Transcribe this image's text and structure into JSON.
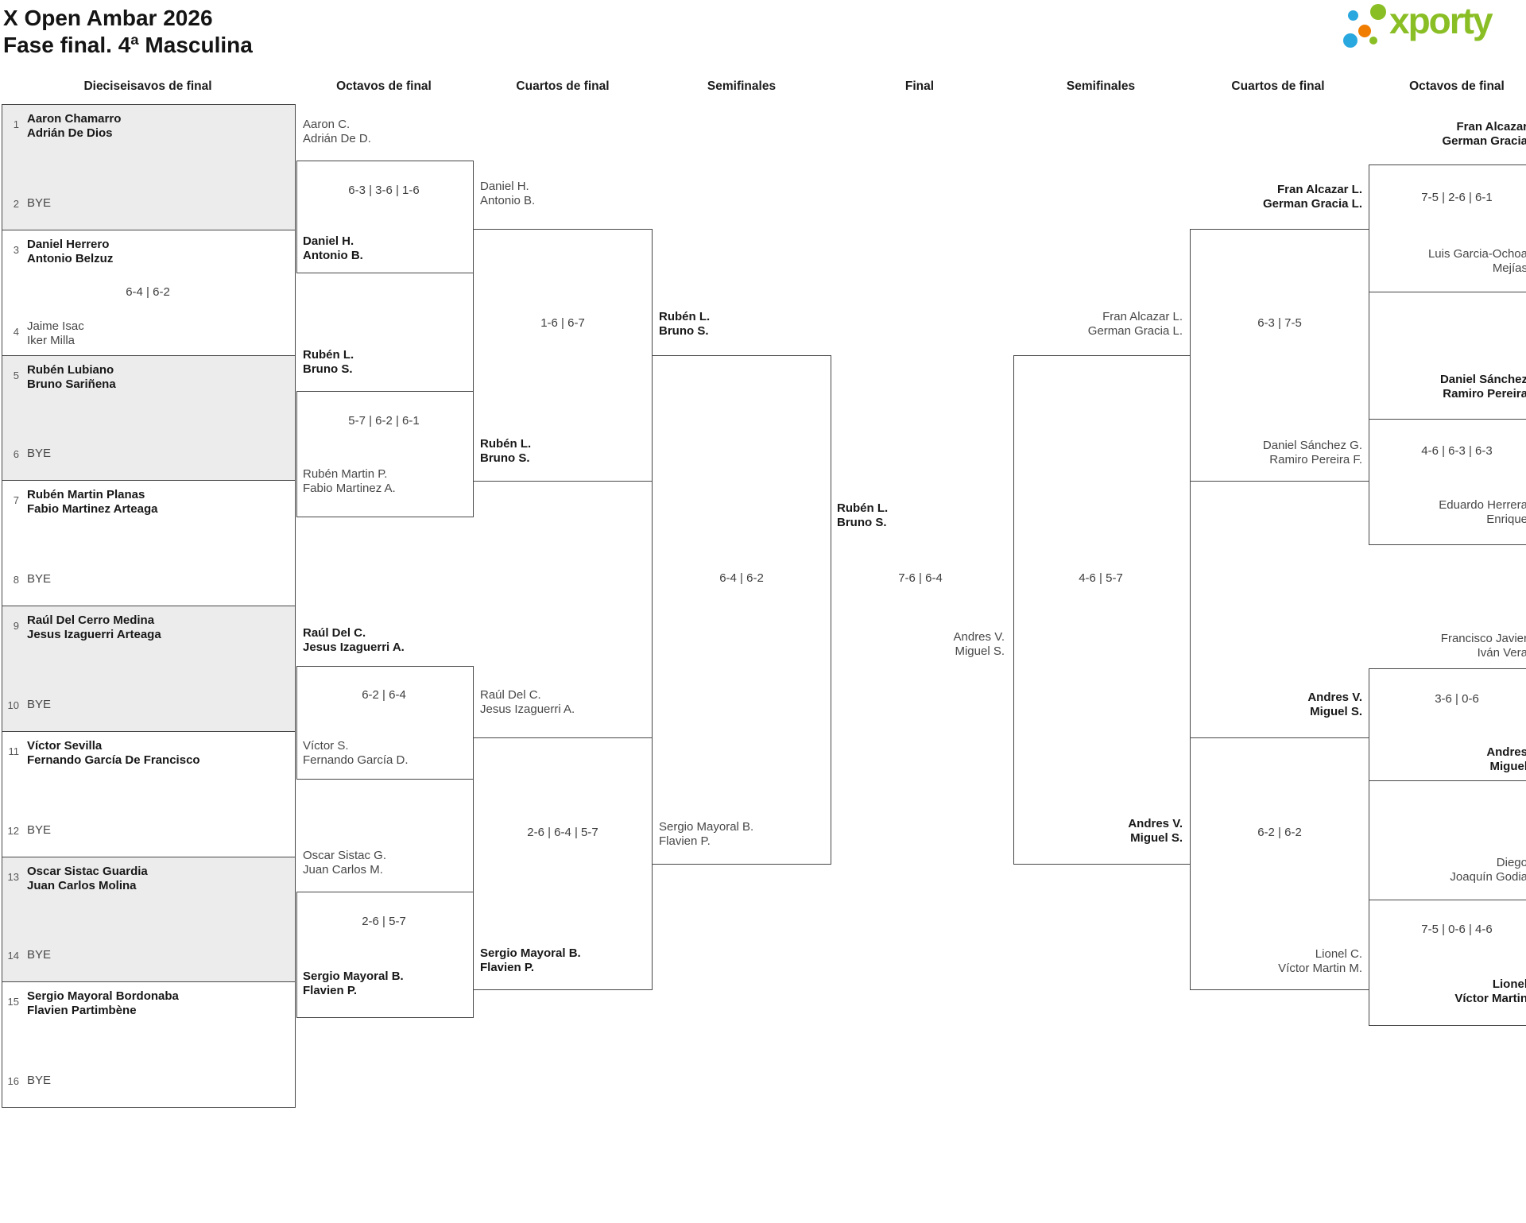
{
  "title": {
    "line1": "X Open Ambar 2026",
    "line2": "Fase final. 4ª Masculina"
  },
  "logo": {
    "text": "xporty",
    "green": "#8abe25",
    "blue": "#29a8df",
    "orange": "#f07c00"
  },
  "round_headers": [
    "Dieciseisavos de final",
    "Octavos de final",
    "Cuartos de final",
    "Semifinales",
    "Final",
    "Semifinales",
    "Cuartos de final",
    "Octavos de final"
  ],
  "colors": {
    "box_border": "#474747",
    "bye_box_fill": "#ececec",
    "winner_text": "#181818",
    "loser_text": "#474747"
  },
  "r16": [
    {
      "seed": "1",
      "line1": "Aaron Chamarro",
      "line2": "Adrián De Dios"
    },
    {
      "seed": "2",
      "line1": "BYE"
    },
    {
      "seed": "3",
      "line1": "Daniel Herrero",
      "line2": "Antonio Belzuz"
    },
    {
      "seed": "4",
      "line1": "Jaime Isac",
      "line2": "Iker Milla"
    },
    {
      "seed": "5",
      "line1": "Rubén Lubiano",
      "line2": "Bruno Sariñena"
    },
    {
      "seed": "6",
      "line1": "BYE"
    },
    {
      "seed": "7",
      "line1": "Rubén Martin Planas",
      "line2": "Fabio Martinez Arteaga"
    },
    {
      "seed": "8",
      "line1": "BYE"
    },
    {
      "seed": "9",
      "line1": "Raúl Del Cerro Medina",
      "line2": "Jesus Izaguerri Arteaga"
    },
    {
      "seed": "10",
      "line1": "BYE"
    },
    {
      "seed": "11",
      "line1": "Víctor Sevilla",
      "line2": "Fernando García De Francisco"
    },
    {
      "seed": "12",
      "line1": "BYE"
    },
    {
      "seed": "13",
      "line1": "Oscar Sistac Guardia",
      "line2": "Juan Carlos Molina"
    },
    {
      "seed": "14",
      "line1": "BYE"
    },
    {
      "seed": "15",
      "line1": "Sergio Mayoral Bordonaba",
      "line2": "Flavien Partimbène"
    },
    {
      "seed": "16",
      "line1": "BYE"
    }
  ],
  "r16_score": "6-4 | 6-2",
  "octavos_left": [
    {
      "p1": {
        "line1": "Aaron C.",
        "line2": "Adrián De D."
      },
      "score": "6-3 | 3-6 | 1-6",
      "p2": {
        "line1": "Daniel H.",
        "line2": "Antonio B."
      }
    },
    {
      "p1": {
        "line1": "Rubén L.",
        "line2": "Bruno S."
      },
      "score": "5-7 | 6-2 | 6-1",
      "p2": {
        "line1": "Rubén Martin P.",
        "line2": "Fabio Martinez A."
      }
    },
    {
      "p1": {
        "line1": "Raúl Del C.",
        "line2": "Jesus Izaguerri A."
      },
      "score": "6-2 | 6-4",
      "p2": {
        "line1": "Víctor S.",
        "line2": "Fernando García D."
      }
    },
    {
      "p1": {
        "line1": "Oscar Sistac G.",
        "line2": "Juan Carlos M."
      },
      "score": "2-6 | 5-7",
      "p2": {
        "line1": "Sergio Mayoral B.",
        "line2": "Flavien P."
      }
    }
  ],
  "cuartos_left": [
    {
      "p1": {
        "line1": "Daniel H.",
        "line2": "Antonio B."
      },
      "score": "1-6 | 6-7",
      "p2": {
        "line1": "Rubén L.",
        "line2": "Bruno S."
      }
    },
    {
      "p1": {
        "line1": "Raúl Del C.",
        "line2": "Jesus Izaguerri A."
      },
      "score": "2-6 | 6-4 | 5-7",
      "p2": {
        "line1": "Sergio Mayoral B.",
        "line2": "Flavien P."
      }
    }
  ],
  "semifinal_left": {
    "p1": {
      "line1": "Rubén L.",
      "line2": "Bruno S."
    },
    "score": "6-4 | 6-2",
    "p2": {
      "line1": "Sergio Mayoral B.",
      "line2": "Flavien P."
    }
  },
  "final": {
    "p1": {
      "line1": "Rubén L.",
      "line2": "Bruno S."
    },
    "score": "7-6 | 6-4",
    "p2": {
      "line1": "Andres V.",
      "line2": "Miguel S."
    }
  },
  "semifinal_right": {
    "p1": {
      "line1": "Fran Alcazar L.",
      "line2": "German Gracia L."
    },
    "score": "4-6 | 5-7",
    "p2": {
      "line1": "Andres V.",
      "line2": "Miguel S."
    }
  },
  "cuartos_right": [
    {
      "p1": {
        "line1": "Fran Alcazar L.",
        "line2": "German Gracia L."
      },
      "score": "6-3 | 7-5",
      "p2": {
        "line1": "Daniel Sánchez G.",
        "line2": "Ramiro Pereira F."
      }
    },
    {
      "p1": {
        "line1": "Andres V.",
        "line2": "Miguel S."
      },
      "score": "6-2 | 6-2",
      "p2": {
        "line1": "Lionel C.",
        "line2": "Víctor Martin M."
      }
    }
  ],
  "octavos_right": [
    {
      "p1": {
        "line1": "Fran Alcazar",
        "line2": "German Gracia"
      },
      "score": "7-5 | 2-6 | 6-1",
      "p2": {
        "line1": "Luis Garcia-Ochoa",
        "line2": "Mejías"
      }
    },
    {
      "p1": {
        "line1": "Daniel Sánchez",
        "line2": "Ramiro Pereira"
      },
      "score": "4-6 | 6-3 | 6-3",
      "p2": {
        "line1": "Eduardo Herrera",
        "line2": "Enrique"
      }
    },
    {
      "p1": {
        "line1": "Francisco Javier",
        "line2": "Iván Vera"
      },
      "score": "3-6 | 0-6",
      "p2": {
        "line1": "Andres",
        "line2": "Miguel"
      }
    },
    {
      "p1": {
        "line1": "Diego",
        "line2": "Joaquín Godia"
      },
      "score": "7-5 | 0-6 | 4-6",
      "p2": {
        "line1": "Lionel",
        "line2": "Víctor Martin"
      }
    }
  ]
}
